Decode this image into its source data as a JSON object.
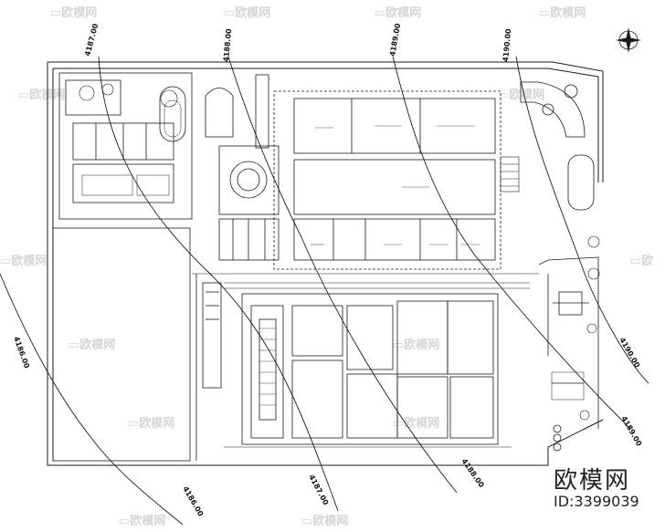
{
  "contour_lines": [
    {
      "label": "4187.00"
    },
    {
      "label": "4188.00"
    },
    {
      "label": "4189.00"
    },
    {
      "label": "4190.00"
    },
    {
      "label": "4186.00"
    },
    {
      "label": "4186.00"
    },
    {
      "label": "4187.00"
    },
    {
      "label": "4188.00"
    },
    {
      "label": "4190.00"
    },
    {
      "label": "4189.00"
    }
  ],
  "watermark": {
    "brand": "欧模网",
    "id_text": "ID:3399039"
  },
  "icons": {
    "north_arrow": "compass-rose-icon"
  },
  "colors": {
    "line": "#1a1a1a",
    "background": "#ffffff"
  }
}
